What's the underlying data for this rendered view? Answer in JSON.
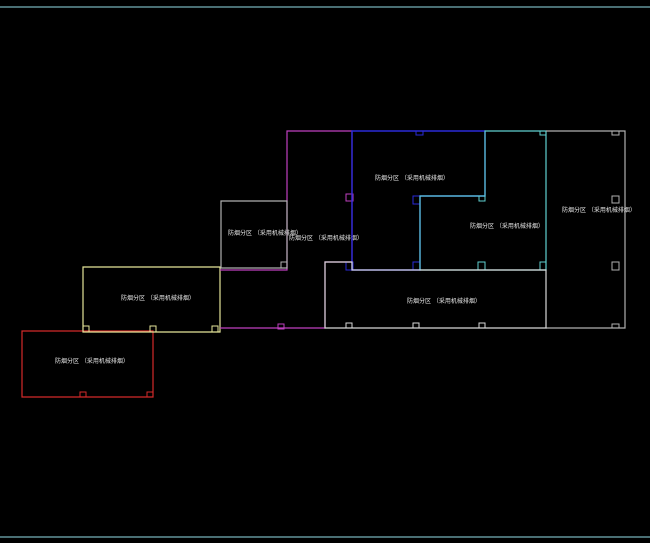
{
  "colors": {
    "background": "#000000",
    "edge": "#4a6f74",
    "label": "#e8e8e8",
    "red": "#d42a2a",
    "yellow": "#e6e69a",
    "magenta": "#c040c0",
    "blue": "#2a2ad8",
    "cyan": "#5fd0d0",
    "gray": "#b0b0b0",
    "white": "#d8d8d8"
  },
  "zones": [
    {
      "id": "red-zone",
      "label": "防烟分区 （采用机械排烟）"
    },
    {
      "id": "yellow-zone",
      "label": "防烟分区 （采用机械排烟）"
    },
    {
      "id": "small-gray-zone",
      "label": "防烟分区 （采用机械排烟）"
    },
    {
      "id": "magenta-zone",
      "label": "防烟分区 （采用机械排烟）"
    },
    {
      "id": "blue-zone",
      "label": "防烟分区 （采用机械排烟）"
    },
    {
      "id": "cyan-zone",
      "label": "防烟分区 （采用机械排烟）"
    },
    {
      "id": "right-gray-zone",
      "label": "防烟分区 （采用机械排烟）"
    },
    {
      "id": "bottom-white-zone",
      "label": "防烟分区 （采用机械排烟）"
    }
  ]
}
